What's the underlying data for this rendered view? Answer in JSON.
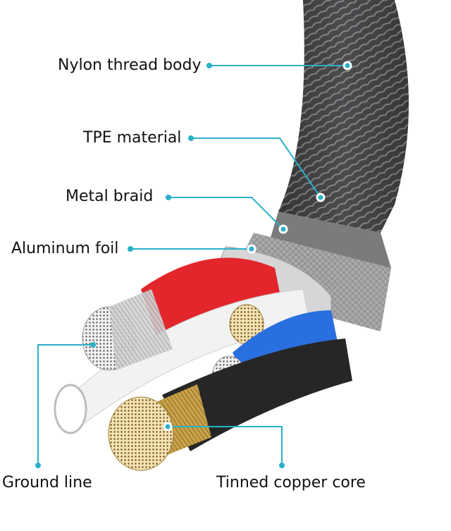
{
  "diagram": {
    "subject": "Braided USB cable cross-section",
    "accent_color": "#29b1c9",
    "labels": {
      "nylon": "Nylon thread body",
      "tpe": "TPE material",
      "braid": "Metal braid",
      "foil": "Aluminum foil",
      "ground": "Ground line",
      "copper": "Tinned copper core"
    },
    "wire_colors": {
      "jacket": "#3a3a3c",
      "red": "#e3262b",
      "white": "#eeeeee",
      "blue": "#2a6fe0",
      "black": "#222222",
      "copper": "#c9a24a",
      "silver": "#b8b8b8"
    }
  }
}
